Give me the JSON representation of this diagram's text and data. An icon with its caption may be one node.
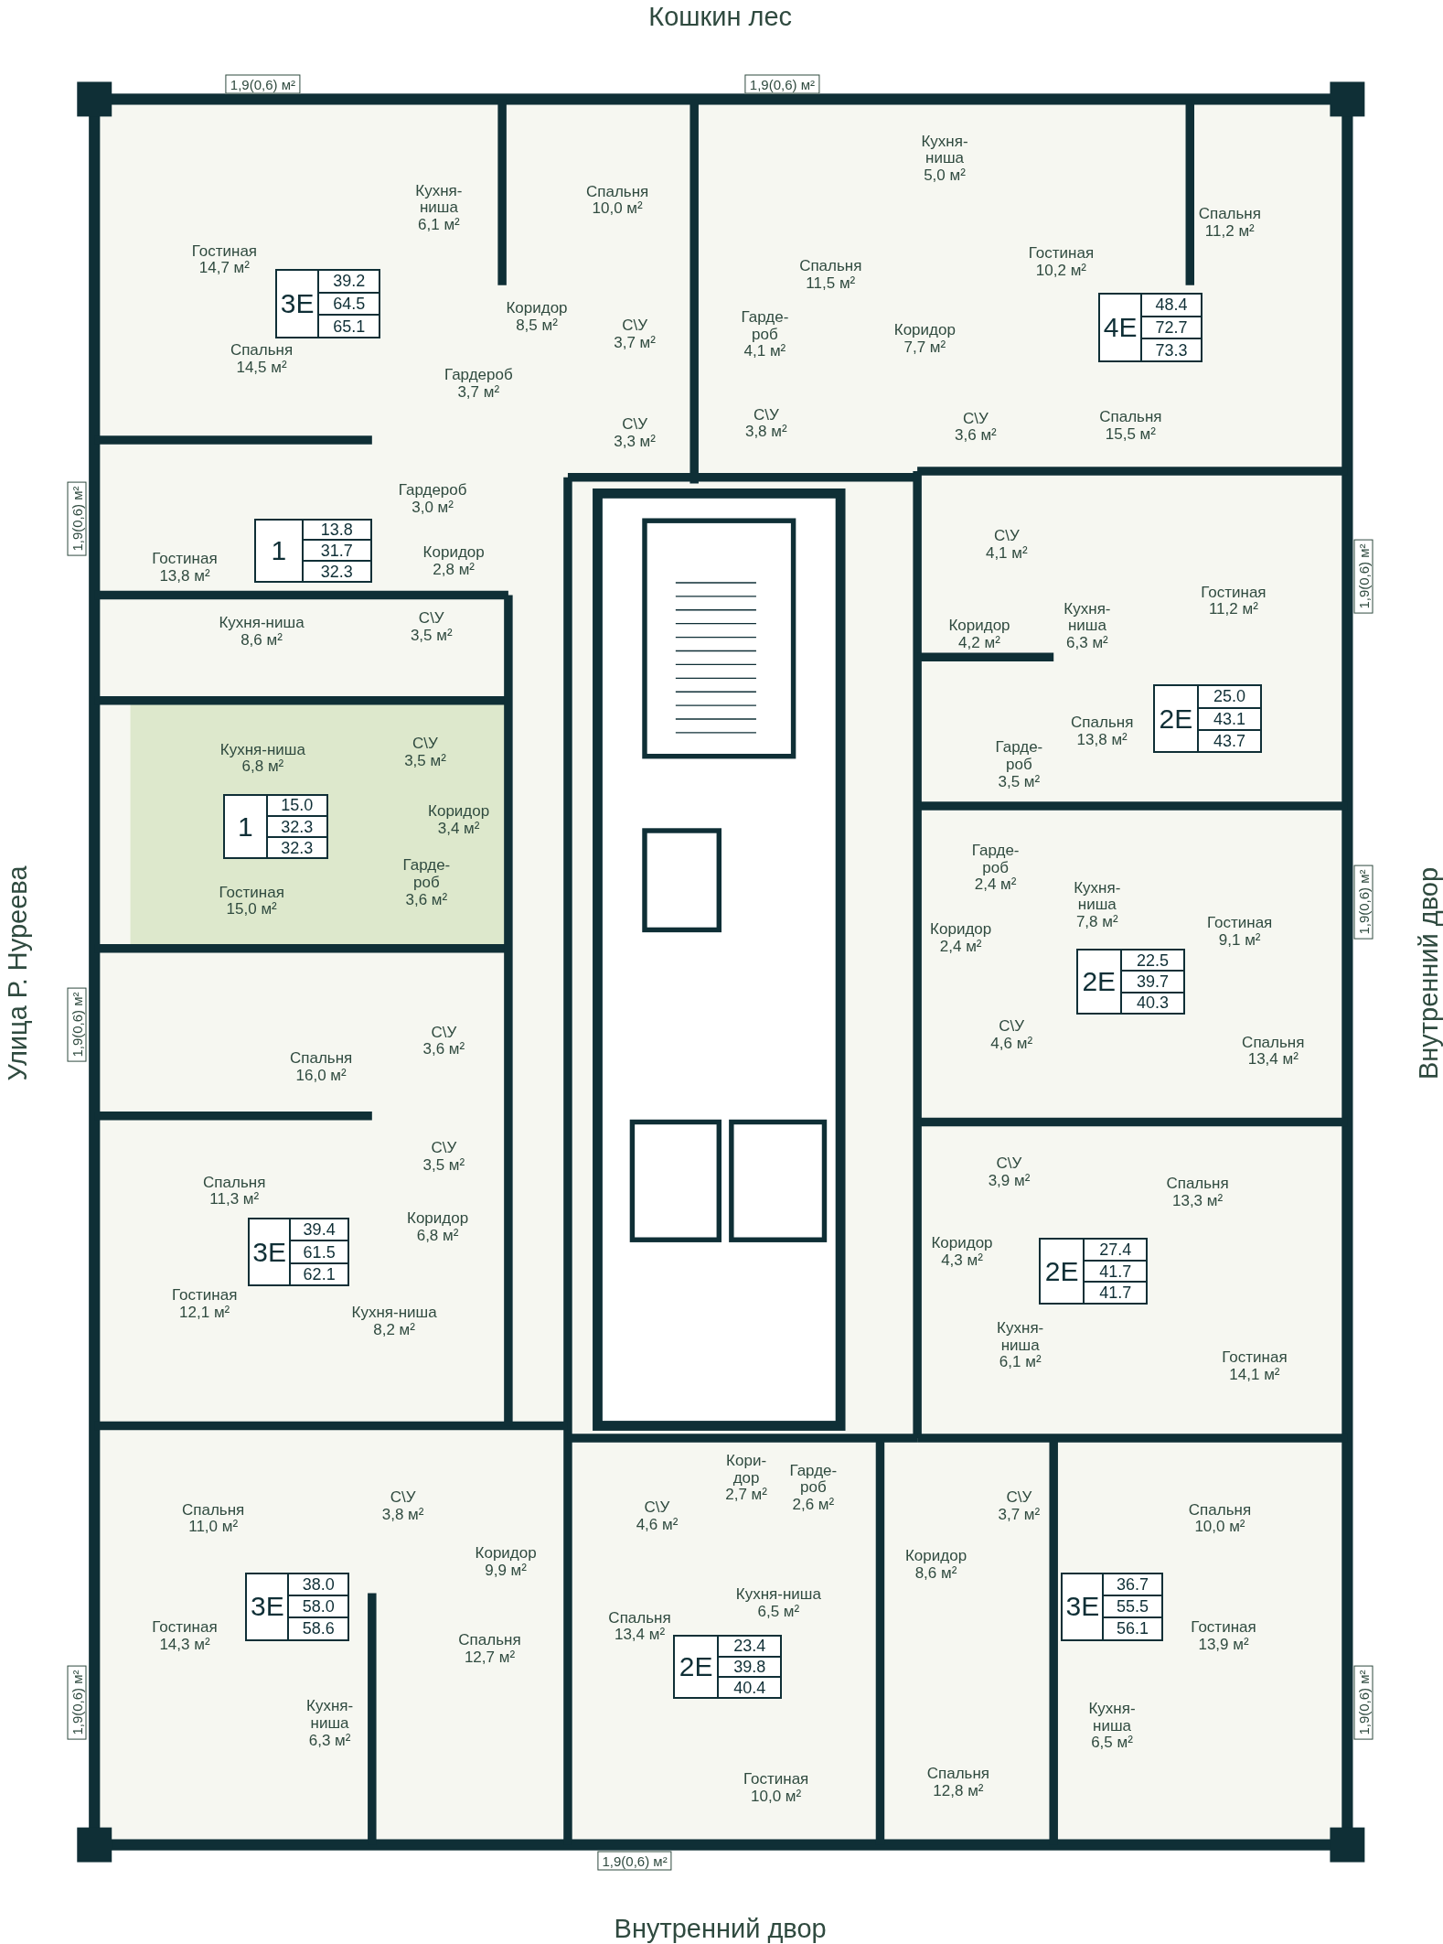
{
  "diagram": {
    "nodes": [
      {
        "text": [
          "Гостиная",
          "14,7 м²"
        ]
      },
      {
        "text": [
          "Кухня-ниша",
          "6,1 м²"
        ]
      },
      {
        "text": [
          "Спальня",
          "10,0 м²"
        ]
      },
      {
        "text": [
          "Спальня",
          "14,5 м²"
        ]
      },
      {
        "text": [
          "Коридор",
          "8,5 м²"
        ]
      },
      {
        "text": [
          "С\\У",
          "3,7 м²"
        ]
      },
      {
        "text": [
          "Гардероб",
          "3,7 м²"
        ]
      },
      {
        "text": [
          "С\\У",
          "3,3 м²"
        ]
      },
      {
        "text": [
          "3Е",
          "39.2",
          "64.5",
          "65.1"
        ]
      },
      {
        "text": [
          "Кухня-ниша",
          "5,0 м²"
        ]
      },
      {
        "text": [
          "Спальня",
          "11,5 м²"
        ]
      },
      {
        "text": [
          "Гарде-роб",
          "4,1 м²"
        ]
      },
      {
        "text": [
          "С\\У",
          "3,8 м²"
        ]
      },
      {
        "text": [
          "Гостиная",
          "10,2 м²"
        ]
      },
      {
        "text": [
          "Коридор",
          "7,7 м²"
        ]
      },
      {
        "text": [
          "С\\У",
          "3,6 м²"
        ]
      },
      {
        "text": [
          "Спальня",
          "11,2 м²"
        ]
      },
      {
        "text": [
          "Спальня",
          "15,5 м²"
        ]
      },
      {
        "text": [
          "4Е",
          "48.4",
          "72.7",
          "73.3"
        ]
      },
      {
        "text": [
          "Гардероб",
          "3,0 м²"
        ]
      },
      {
        "text": [
          "Гостиная",
          "13,8 м²"
        ]
      },
      {
        "text": [
          "1",
          "13.8",
          "31.7",
          "32.3"
        ]
      },
      {
        "text": [
          "Коридор",
          "2,8 м²"
        ]
      },
      {
        "text": [
          "С\\У",
          "3,5 м²"
        ]
      },
      {
        "text": [
          "Кухня-ниша",
          "8,6 м²"
        ]
      },
      {
        "text": [
          "Кухня-ниша",
          "6,8 м²"
        ]
      },
      {
        "text": [
          "С\\У",
          "3,5 м²"
        ]
      },
      {
        "text": [
          "Коридор",
          "3,4 м²"
        ]
      },
      {
        "text": [
          "1",
          "15.0",
          "32.3",
          "32.3"
        ]
      },
      {
        "text": [
          "Гарде-роб",
          "3,6 м²"
        ]
      },
      {
        "text": [
          "Гостиная",
          "15,0 м²"
        ]
      },
      {
        "text": [
          "Спальня",
          "16,0 м²"
        ]
      },
      {
        "text": [
          "С\\У",
          "3,6 м²"
        ]
      },
      {
        "text": [
          "С\\У",
          "3,5 м²"
        ]
      },
      {
        "text": [
          "Спальня",
          "11,3 м²"
        ]
      },
      {
        "text": [
          "Коридор",
          "6,8 м²"
        ]
      },
      {
        "text": [
          "3Е",
          "39.4",
          "61.5",
          "62.1"
        ]
      },
      {
        "text": [
          "Гостиная",
          "12,1 м²"
        ]
      },
      {
        "text": [
          "Кухня-ниша",
          "8,2 м²"
        ]
      },
      {
        "text": [
          "Спальня",
          "11,0 м²"
        ]
      },
      {
        "text": [
          "С\\У",
          "3,8 м²"
        ]
      },
      {
        "text": [
          "Коридор",
          "9,9 м²"
        ]
      },
      {
        "text": [
          "3Е",
          "38.0",
          "58.0",
          "58.6"
        ]
      },
      {
        "text": [
          "Гостиная",
          "14,3 м²"
        ]
      },
      {
        "text": [
          "Спальня",
          "12,7 м²"
        ]
      },
      {
        "text": [
          "Кухня-ниша",
          "6,3 м²"
        ]
      },
      {
        "text": [
          "С\\У",
          "4,6 м²"
        ]
      },
      {
        "text": [
          "Кори-дор",
          "2,7 м²"
        ]
      },
      {
        "text": [
          "Гарде-роб",
          "2,6 м²"
        ]
      },
      {
        "text": [
          "Кухня-ниша",
          "6,5 м²"
        ]
      },
      {
        "text": [
          "Спальня",
          "13,4 м²"
        ]
      },
      {
        "text": [
          "2Е",
          "23.4",
          "39.8",
          "40.4"
        ]
      },
      {
        "text": [
          "Гостиная",
          "10,0 м²"
        ]
      },
      {
        "text": [
          "Коридор",
          "8,6 м²"
        ]
      },
      {
        "text": [
          "С\\У",
          "3,7 м²"
        ]
      },
      {
        "text": [
          "Спальня",
          "12,8 м²"
        ]
      },
      {
        "text": [
          "Спальня",
          "10,0 м²"
        ]
      },
      {
        "text": [
          "3Е",
          "36.7",
          "55.5",
          "56.1"
        ]
      },
      {
        "text": [
          "Гостиная",
          "13,9 м²"
        ]
      },
      {
        "text": [
          "Кухня-ниша",
          "6,5 м²"
        ]
      },
      {
        "text": [
          "С\\У",
          "4,1 м²"
        ]
      },
      {
        "text": [
          "Гостиная",
          "11,2 м²"
        ]
      },
      {
        "text": [
          "Коридор",
          "4,2 м²"
        ]
      },
      {
        "text": [
          "Кухня-ниша",
          "6,3 м²"
        ]
      },
      {
        "text": [
          "Спальня",
          "13,8 м²"
        ]
      },
      {
        "text": [
          "2Е",
          "25.0",
          "43.1",
          "43.7"
        ]
      },
      {
        "text": [
          "Гарде-роб",
          "3,5 м²"
        ]
      },
      {
        "text": [
          "Гарде-роб",
          "2,4 м²"
        ]
      },
      {
        "text": [
          "Кухня-ниша",
          "7,8 м²"
        ]
      },
      {
        "text": [
          "Гостиная",
          "9,1 м²"
        ]
      },
      {
        "text": [
          "Коридор",
          "2,4 м²"
        ]
      },
      {
        "text": [
          "2Е",
          "22.5",
          "39.7",
          "40.3"
        ]
      },
      {
        "text": [
          "С\\У",
          "4,6 м²"
        ]
      },
      {
        "text": [
          "Спальня",
          "13,4 м²"
        ]
      },
      {
        "text": [
          "С\\У",
          "3,9 м²"
        ]
      },
      {
        "text": [
          "Спальня",
          "13,3 м²"
        ]
      },
      {
        "text": [
          "Коридор",
          "4,3 м²"
        ]
      },
      {
        "text": [
          "2Е",
          "27.4",
          "41.7",
          "41.7"
        ]
      },
      {
        "text": [
          "Кухня-ниша",
          "6,1 м²"
        ]
      },
      {
        "text": [
          "Гостиная",
          "14,1 м²"
        ]
      }
    ],
    "labels": [
      "Кошкин лес",
      "Улица Р. Нуреева",
      "Внутренний двор",
      "Внутренний двор",
      "1,9(0,6) м²",
      "1,9(0,6) м²",
      "1,9(0,6) м²",
      "1,9(0,6) м²",
      "1,9(0,6) м²",
      "1,9(0,6) м²",
      "1,9(0,6) м²",
      "1,9(0,6) м²",
      "1,9(0,6) м²"
    ]
  }
}
